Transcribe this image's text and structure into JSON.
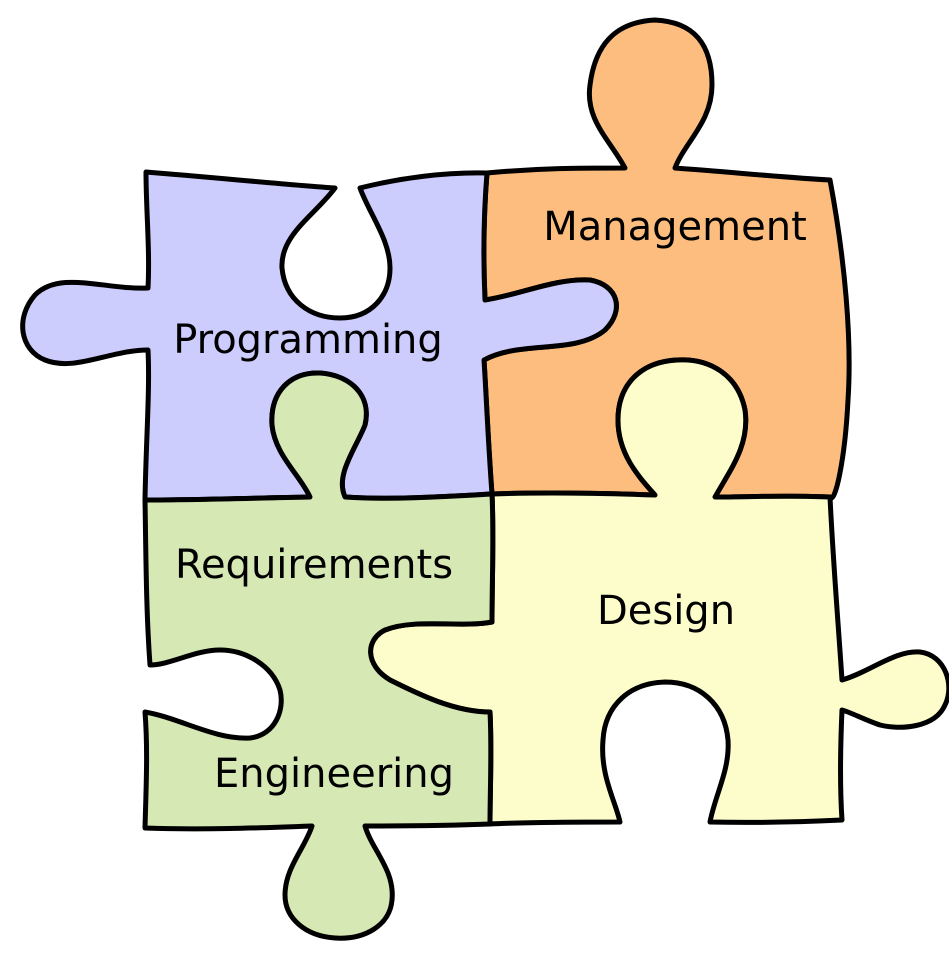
{
  "pieces": {
    "management": {
      "label": "Management",
      "fill": "#FCBD7F"
    },
    "programming": {
      "label": "Programming",
      "fill": "#CCCCFD"
    },
    "design": {
      "label": "Design",
      "fill": "#FDFDCB"
    },
    "requirements_engineering": {
      "label_line1": "Requirements",
      "label_line2": "Engineering",
      "fill": "#D6E8B3"
    }
  }
}
